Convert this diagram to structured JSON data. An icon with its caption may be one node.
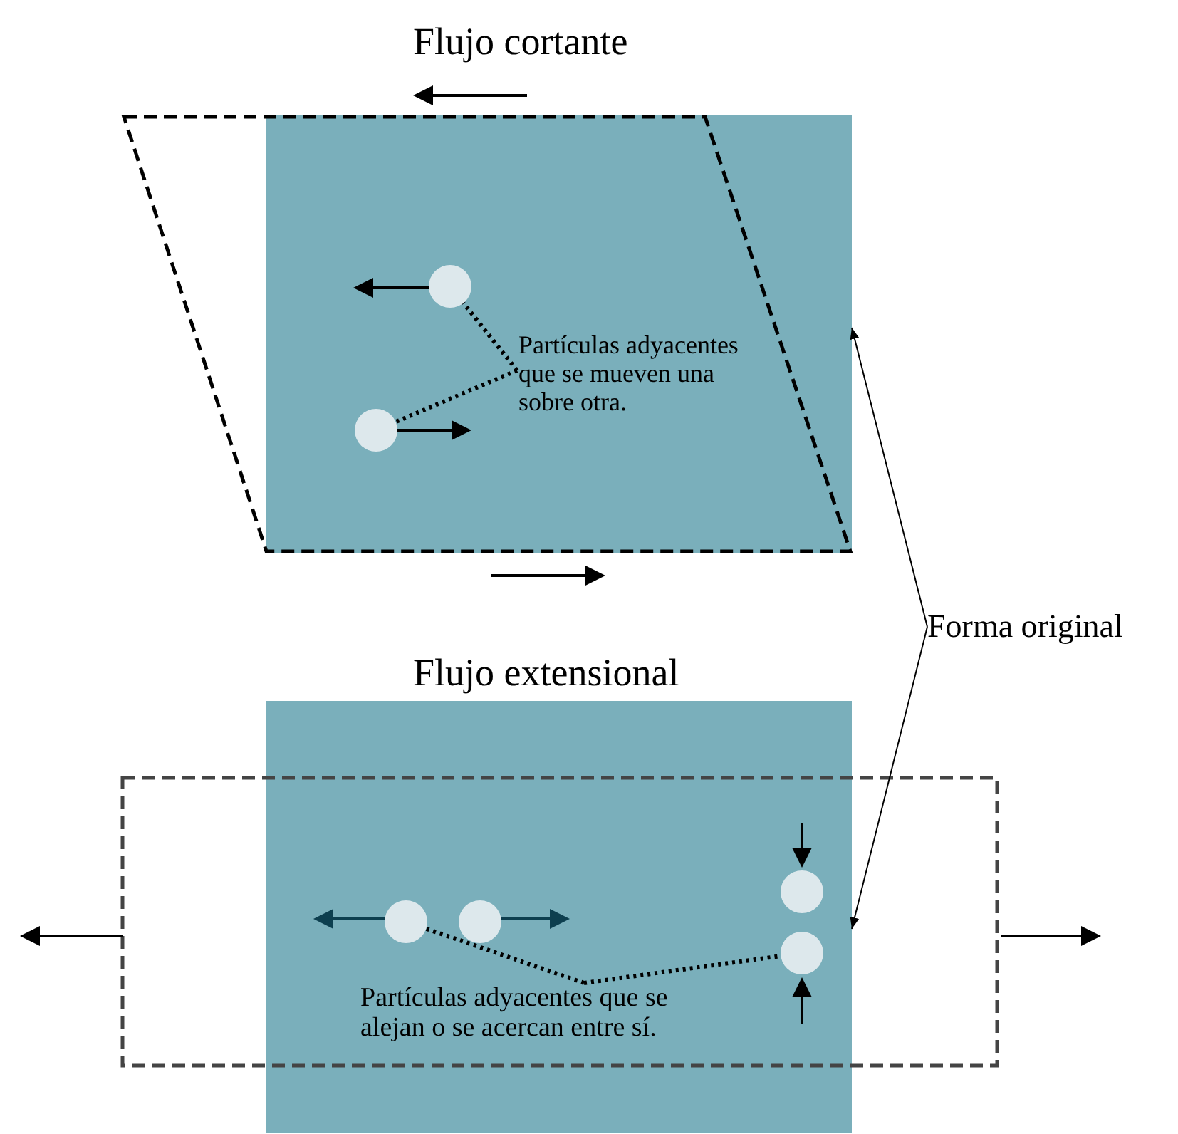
{
  "diagram": {
    "nodes": [
      {
        "text": [],
        "shape": "box"
      },
      {
        "text": [],
        "shape": "box"
      },
      {
        "text": [
          "Forma original"
        ]
      },
      {
        "text": [],
        "shape": "circle",
        "in": 0
      },
      {
        "text": [],
        "shape": "circle",
        "in": 0
      },
      {
        "text": [
          "Partículas adyacentes que se mueven una sobre otra."
        ],
        "in": 0
      },
      {
        "text": [],
        "shape": "circle",
        "in": 1
      },
      {
        "text": [],
        "shape": "circle",
        "in": 1
      },
      {
        "text": [],
        "shape": "circle",
        "in": 1
      },
      {
        "text": [],
        "shape": "circle",
        "in": 1
      },
      {
        "text": [
          "Partículas adyacentes que se alejan o se acercan entre sí."
        ],
        "in": 1
      }
    ],
    "edges": [
      {
        "from": 2,
        "to": 0,
        "arrow": "to"
      },
      {
        "from": 2,
        "to": 1,
        "arrow": "to"
      },
      {
        "from": 5,
        "to": 3,
        "arrow": "none",
        "style": "dashed"
      },
      {
        "from": 5,
        "to": 4,
        "arrow": "none",
        "style": "dashed"
      },
      {
        "from": 10,
        "to": 6,
        "arrow": "none",
        "style": "dashed"
      },
      {
        "from": 10,
        "to": 9,
        "arrow": "none",
        "style": "dashed"
      }
    ],
    "labels": [
      "Flujo cortante",
      "Flujo extensional"
    ]
  }
}
